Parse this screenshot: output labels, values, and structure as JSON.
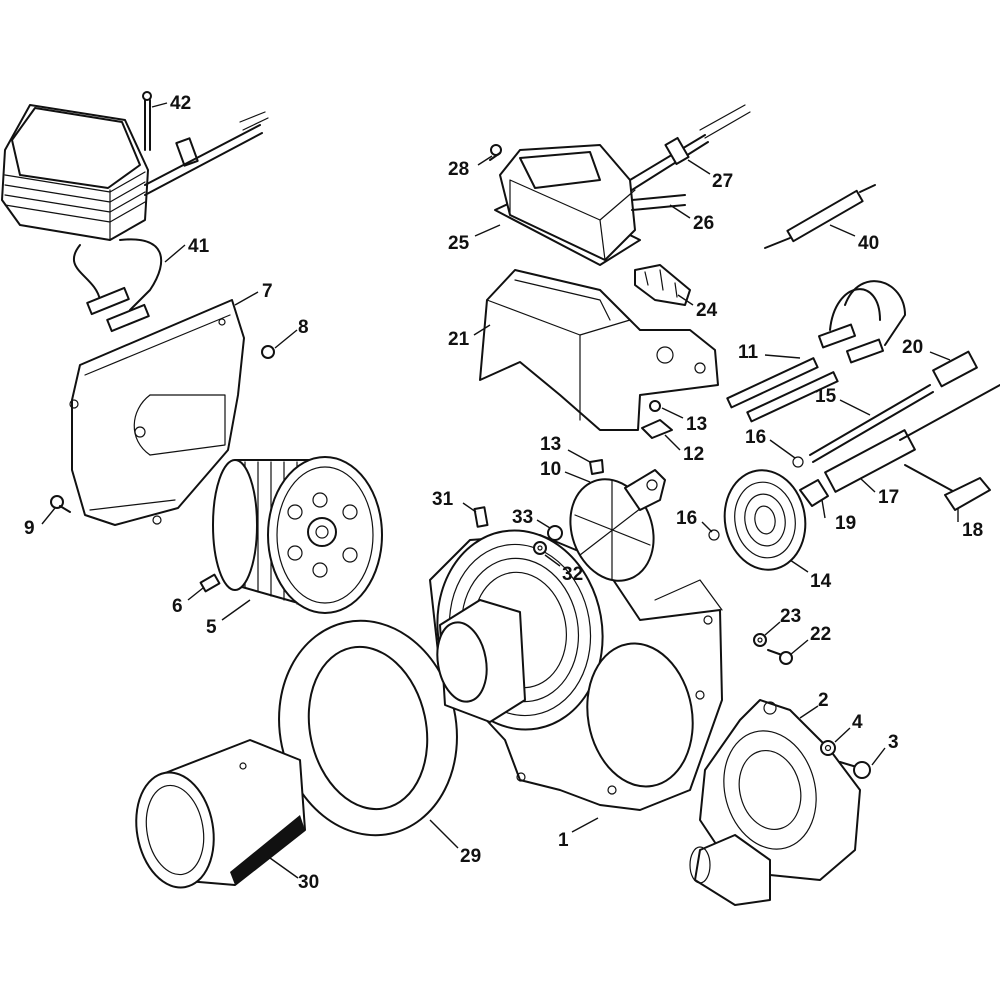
{
  "callouts": [
    {
      "id": "42",
      "text": "42"
    },
    {
      "id": "41",
      "text": "41"
    },
    {
      "id": "7",
      "text": "7"
    },
    {
      "id": "8",
      "text": "8"
    },
    {
      "id": "9",
      "text": "9"
    },
    {
      "id": "6",
      "text": "6"
    },
    {
      "id": "5",
      "text": "5"
    },
    {
      "id": "28",
      "text": "28"
    },
    {
      "id": "27",
      "text": "27"
    },
    {
      "id": "26",
      "text": "26"
    },
    {
      "id": "25",
      "text": "25"
    },
    {
      "id": "40",
      "text": "40"
    },
    {
      "id": "24",
      "text": "24"
    },
    {
      "id": "21",
      "text": "21"
    },
    {
      "id": "11",
      "text": "11"
    },
    {
      "id": "20",
      "text": "20"
    },
    {
      "id": "15",
      "text": "15"
    },
    {
      "id": "13a",
      "text": "13"
    },
    {
      "id": "12",
      "text": "12"
    },
    {
      "id": "16a",
      "text": "16"
    },
    {
      "id": "13b",
      "text": "13"
    },
    {
      "id": "10",
      "text": "10"
    },
    {
      "id": "17",
      "text": "17"
    },
    {
      "id": "19",
      "text": "19"
    },
    {
      "id": "18",
      "text": "18"
    },
    {
      "id": "31",
      "text": "31"
    },
    {
      "id": "33",
      "text": "33"
    },
    {
      "id": "16b",
      "text": "16"
    },
    {
      "id": "32",
      "text": "32"
    },
    {
      "id": "14",
      "text": "14"
    },
    {
      "id": "23",
      "text": "23"
    },
    {
      "id": "22",
      "text": "22"
    },
    {
      "id": "2",
      "text": "2"
    },
    {
      "id": "4",
      "text": "4"
    },
    {
      "id": "3",
      "text": "3"
    },
    {
      "id": "29",
      "text": "29"
    },
    {
      "id": "1",
      "text": "1"
    },
    {
      "id": "30",
      "text": "30"
    }
  ]
}
